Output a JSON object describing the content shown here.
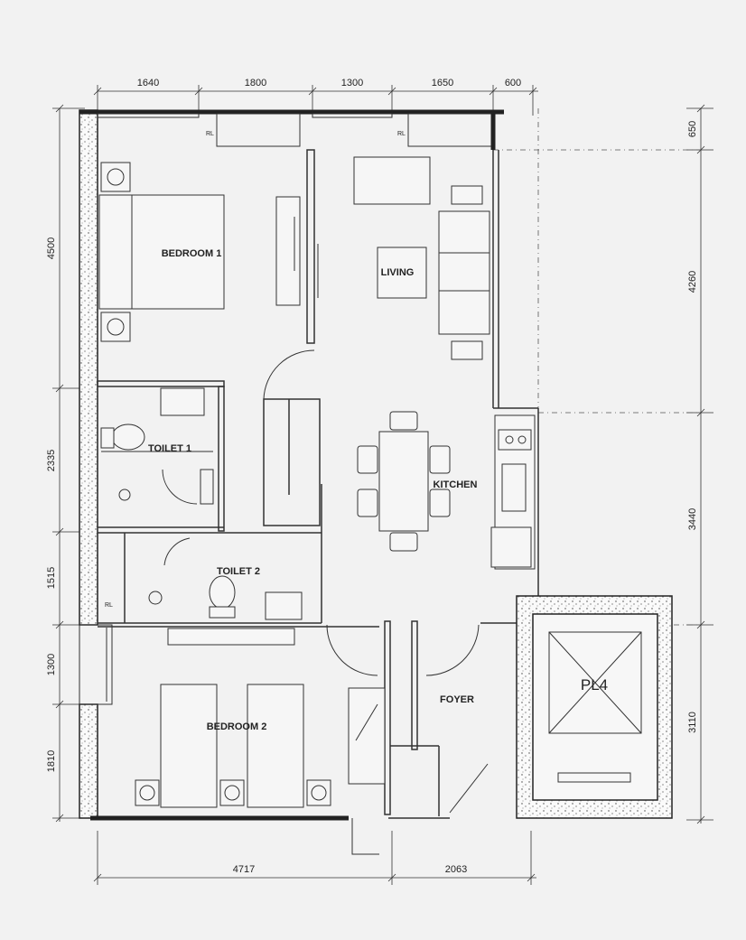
{
  "dimensions_top": [
    "1640",
    "1800",
    "1300",
    "1650",
    "600"
  ],
  "dimensions_left": [
    "4500",
    "2335",
    "1515",
    "1300",
    "1810"
  ],
  "dimensions_right": [
    "650",
    "4260",
    "3440",
    "3110"
  ],
  "dimensions_bottom": [
    "4717",
    "2063"
  ],
  "rooms": {
    "bedroom1": "BEDROOM 1",
    "living": "LIVING",
    "toilet1": "TOILET 1",
    "kitchen": "KITCHEN",
    "toilet2": "TOILET 2",
    "foyer": "FOYER",
    "bedroom2": "BEDROOM 2",
    "lift": "PL4"
  },
  "tags": {
    "rl_top_left": "RL",
    "rl_top_right": "RL",
    "rl_side": "RL"
  }
}
